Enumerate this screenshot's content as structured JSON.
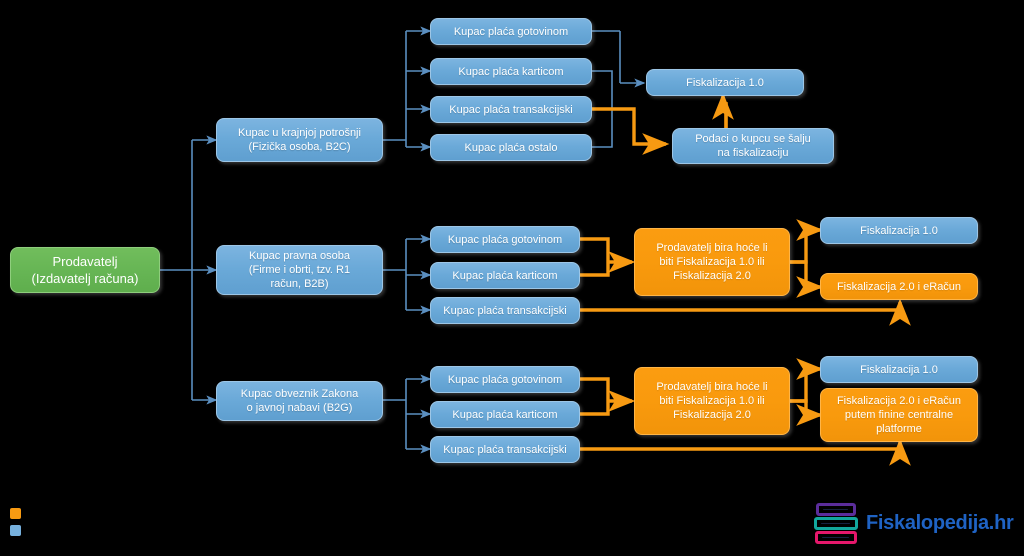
{
  "diagram": {
    "background": "#000000",
    "colors": {
      "blue": "#6aa9d8",
      "green": "#66b554",
      "orange": "#f79a12",
      "blue_wire": "#5b8fc0",
      "orange_wire": "#f79a12"
    },
    "root": {
      "label": "Prodavatelj\n(Izdavatelj računa)",
      "line1": "Prodavatelj",
      "line2": "(Izdavatelj računa)"
    },
    "branches": [
      {
        "id": "b2c",
        "actor_line1": "Kupac u krajnjoj potrošnji",
        "actor_line2": "(Fizička osoba, B2C)",
        "payments": [
          "Kupac plaća gotovinom",
          "Kupac plaća karticom",
          "Kupac plaća transakcijski",
          "Kupac plaća ostalo"
        ],
        "outcomes": [
          "Fiskalizacija 1.0",
          "Podaci o kupcu se šalju na fiskalizaciju"
        ]
      },
      {
        "id": "b2b",
        "actor_line1": "Kupac pravna osoba",
        "actor_line2": "(Firme i obrti, tzv. R1",
        "actor_line3": "račun, B2B)",
        "payments": [
          "Kupac plaća gotovinom",
          "Kupac plaća karticom",
          "Kupac plaća transakcijski"
        ],
        "decision_line1": "Prodavatelj bira hoće li",
        "decision_line2": "biti Fiskalizacija 1.0 ili",
        "decision_line3": "Fiskalizacija 2.0",
        "outcomes": [
          "Fiskalizacija 1.0",
          "Fiskalizacija 2.0 i eRačun"
        ]
      },
      {
        "id": "b2g",
        "actor_line1": "Kupac obveznik Zakona",
        "actor_line2": "o javnoj nabavi (B2G)",
        "payments": [
          "Kupac plaća gotovinom",
          "Kupac plaća karticom",
          "Kupac plaća transakcijski"
        ],
        "decision_line1": "Prodavatelj bira hoće li",
        "decision_line2": "biti Fiskalizacija 1.0 ili",
        "decision_line3": "Fiskalizacija 2.0",
        "outcomes": [
          "Fiskalizacija 1.0",
          "Fiskalizacija 2.0 i eRačun putem finine centralne platforme"
        ],
        "outcome2_line1": "Fiskalizacija 2.0 i eRačun",
        "outcome2_line2": "putem finine centralne",
        "outcome2_line3": "platforme"
      }
    ],
    "node_texts": {
      "b2c_pay_cash": "Kupac plaća gotovinom",
      "b2c_pay_card": "Kupac plaća karticom",
      "b2c_pay_bank": "Kupac plaća transakcijski",
      "b2c_pay_other": "Kupac plaća ostalo",
      "b2c_fisk10": "Fiskalizacija 1.0",
      "b2c_podaci_l1": "Podaci o kupcu se šalju",
      "b2c_podaci_l2": "na fiskalizaciju",
      "b2b_pay_cash": "Kupac plaća gotovinom",
      "b2b_pay_card": "Kupac plaća karticom",
      "b2b_pay_bank": "Kupac plaća transakcijski",
      "b2b_fisk10": "Fiskalizacija 1.0",
      "b2b_fisk20": "Fiskalizacija 2.0 i eRačun",
      "b2g_pay_cash": "Kupac plaća gotovinom",
      "b2g_pay_card": "Kupac plaća karticom",
      "b2g_pay_bank": "Kupac plaća transakcijski",
      "b2g_fisk10": "Fiskalizacija 1.0"
    }
  },
  "legend": {
    "items": [
      {
        "color": "#f79a12",
        "label": ""
      },
      {
        "color": "#76b0dd",
        "label": ""
      }
    ]
  },
  "brand": {
    "name": "Fiskalopedija.hr",
    "book_colors": [
      "#5b2d9b",
      "#12a79d",
      "#e5176b"
    ]
  }
}
